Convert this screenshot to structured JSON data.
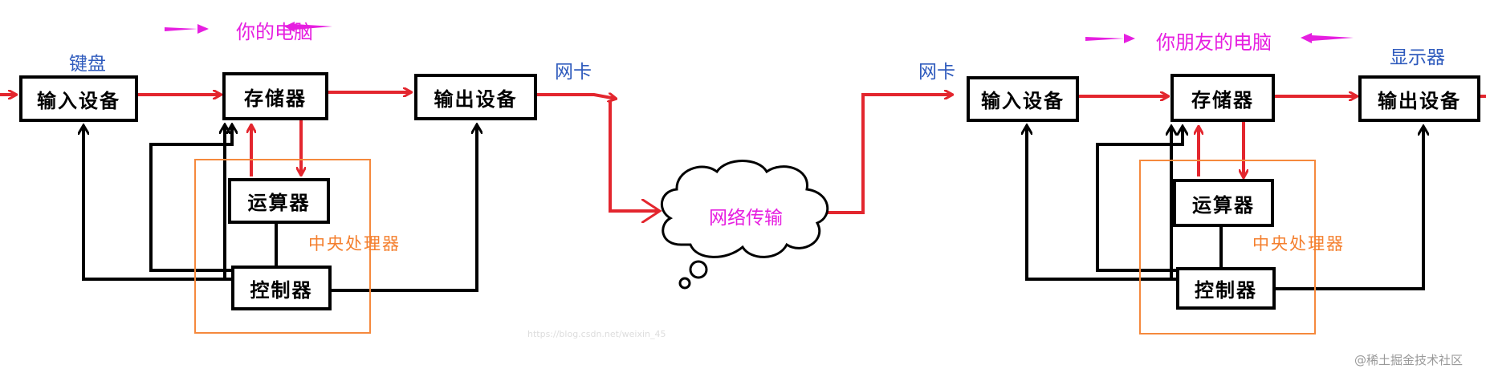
{
  "left": {
    "title": "你的电脑",
    "keyboard_label": "键盘",
    "network_card_label": "网卡",
    "cpu_label": "中央处理器",
    "boxes": {
      "input": "输入设备",
      "storage": "存储器",
      "output": "输出设备",
      "alu": "运算器",
      "control": "控制器"
    }
  },
  "right": {
    "title": "你朋友的电脑",
    "network_card_label": "网卡",
    "display_label": "显示器",
    "cpu_label": "中央处理器",
    "boxes": {
      "input": "输入设备",
      "storage": "存储器",
      "output": "输出设备",
      "alu": "运算器",
      "control": "控制器"
    }
  },
  "cloud": {
    "label": "网络传输"
  },
  "watermarks": {
    "url": "https://blog.csdn.net/weixin_45",
    "credit": "@稀土掘金技术社区"
  },
  "colors": {
    "title": "#e61fe0",
    "device_label": "#2f5bbd",
    "cpu_label": "#f47f2e",
    "data_flow_arrow": "#e3262e",
    "control_arrow": "#000000",
    "cpu_frame": "#f5893d"
  }
}
